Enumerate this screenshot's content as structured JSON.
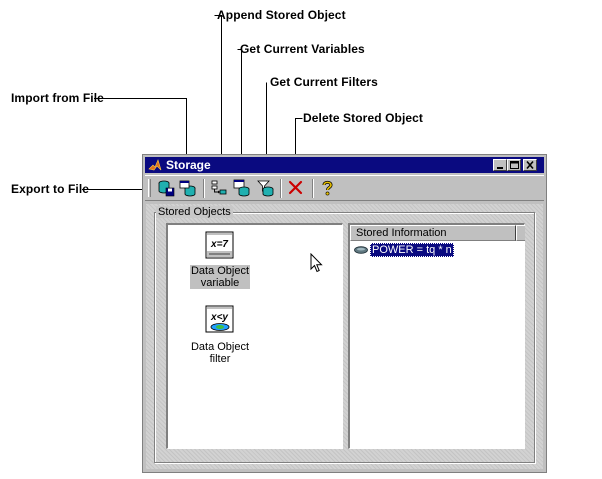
{
  "callouts": {
    "append": "Append Stored Object",
    "get_vars": "Get Current Variables",
    "get_filters": "Get Current Filters",
    "delete": "Delete Stored Object",
    "import": "Import from File",
    "export": "Export to File"
  },
  "window": {
    "title": "Storage",
    "controls": [
      "minimize",
      "maximize",
      "close"
    ]
  },
  "toolbar": {
    "buttons": [
      {
        "name": "export-to-file-button",
        "icon": "database-save-icon"
      },
      {
        "name": "import-from-file-button",
        "icon": "database-open-icon"
      },
      {
        "name": "append-stored-object-button",
        "icon": "append-icon"
      },
      {
        "name": "get-current-variables-button",
        "icon": "get-variables-icon"
      },
      {
        "name": "get-current-filters-button",
        "icon": "get-filters-icon"
      },
      {
        "name": "delete-stored-object-button",
        "icon": "delete-x-icon"
      },
      {
        "name": "help-button",
        "icon": "help-question-icon"
      }
    ]
  },
  "stored_objects": {
    "label": "Stored Objects",
    "items": [
      {
        "icon_text": "x=7",
        "line1": "Data Object",
        "line2": "variable",
        "selected": true
      },
      {
        "icon_text": "x<y",
        "line1": "Data Object",
        "line2": "filter",
        "selected": false
      }
    ]
  },
  "stored_information": {
    "header": "Stored Information",
    "rows": [
      "POWER = tq * n"
    ]
  },
  "colors": {
    "titlebar": "#0a0a80",
    "selection": "#0a0a80",
    "face": "#c0c0c0",
    "delete_red": "#cc0000",
    "help_yellow": "#e8c000"
  }
}
